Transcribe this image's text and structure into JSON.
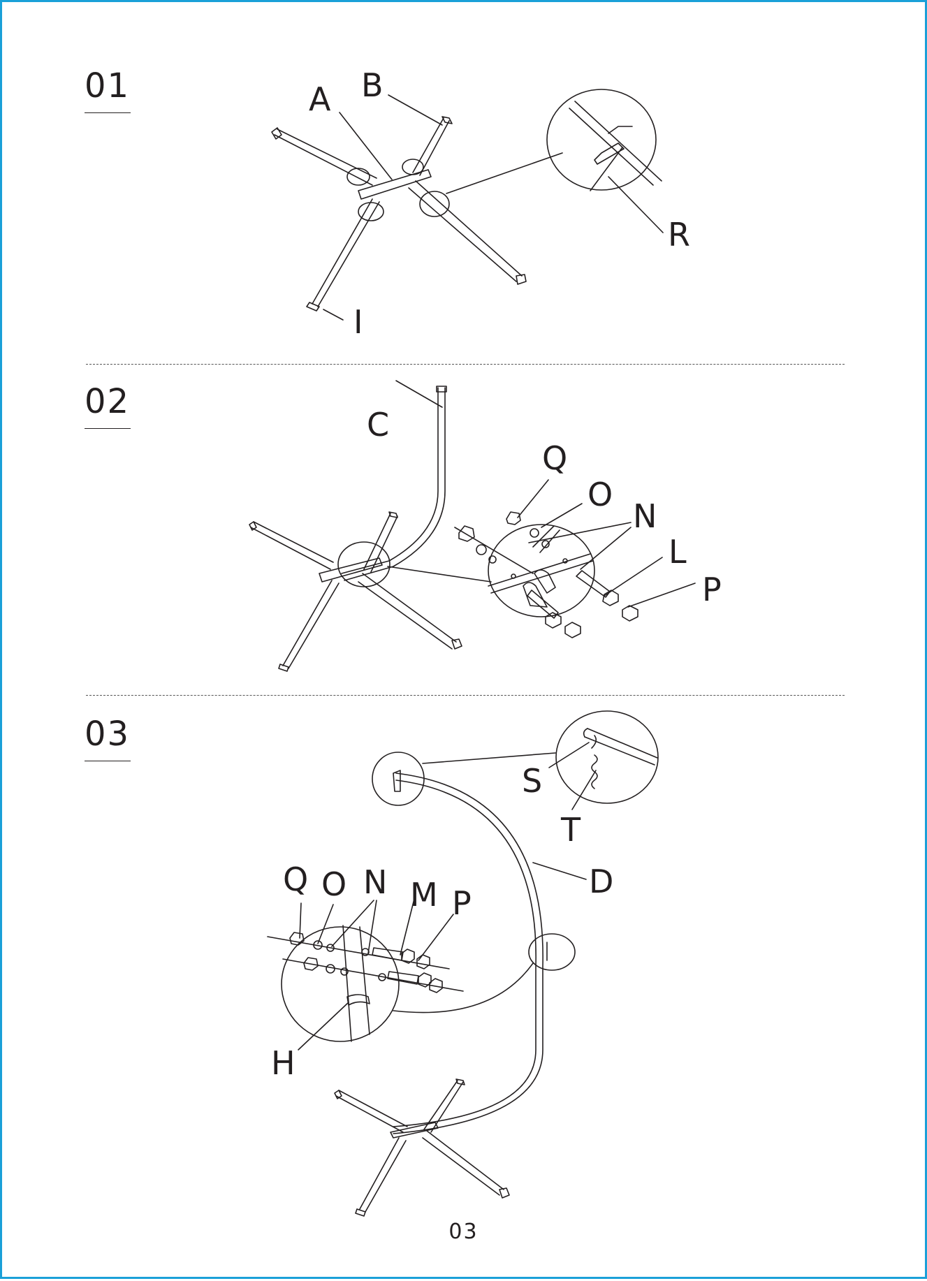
{
  "steps": [
    {
      "number": "01",
      "labels": {
        "A": "A",
        "B": "B",
        "R": "R",
        "I": "I"
      }
    },
    {
      "number": "02",
      "labels": {
        "C": "C",
        "Q": "Q",
        "O": "O",
        "N": "N",
        "L": "L",
        "P": "P"
      }
    },
    {
      "number": "03",
      "labels": {
        "S": "S",
        "T": "T",
        "D": "D",
        "Q": "Q",
        "O": "O",
        "N": "N",
        "M": "M",
        "P": "P",
        "H": "H"
      }
    }
  ],
  "page_number": "03",
  "colors": {
    "border": "#1aa0d8",
    "ink": "#231f20"
  }
}
